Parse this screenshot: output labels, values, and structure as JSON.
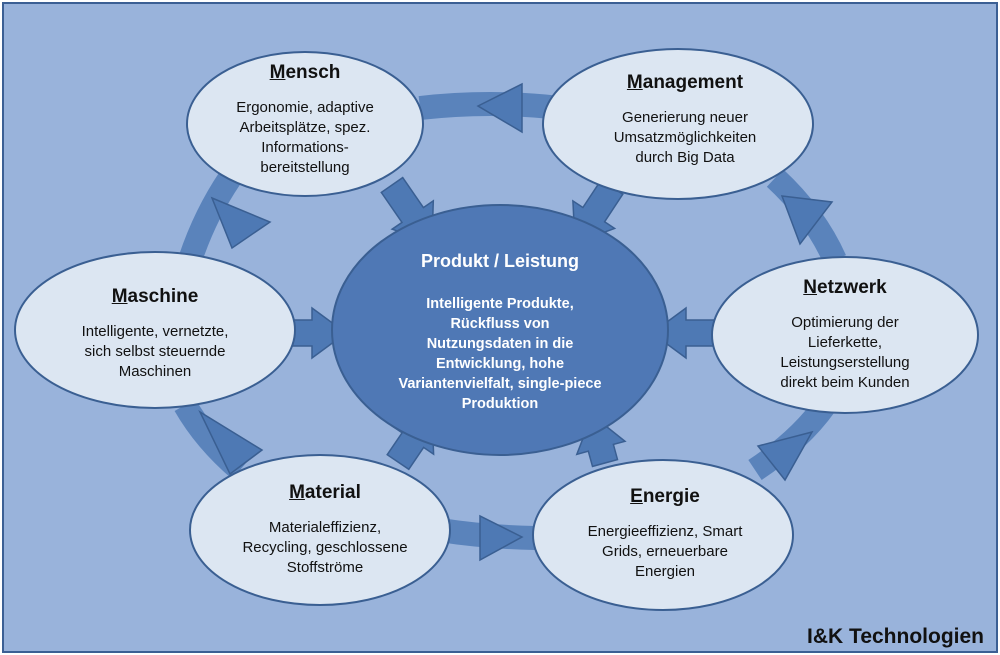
{
  "colors": {
    "background": "#99b3db",
    "frame": "#3b5f94",
    "outer_node_fill": "#dce6f2",
    "node_stroke": "#3a5f92",
    "center_fill": "#4f78b5",
    "arrow_fill": "#4e79b4",
    "ring_fill": "#5a83bb"
  },
  "center": {
    "title": "Produkt / Leistung",
    "description": [
      "Intelligente Produkte,",
      "Rückfluss von",
      "Nutzungsdaten in die",
      "Entwicklung, hohe",
      "Variantenvielfalt, single-piece",
      "Produktion"
    ]
  },
  "nodes": [
    {
      "title_initial": "M",
      "title_rest": "ensch",
      "description": [
        "Ergonomie, adaptive",
        "Arbeitsplätze, spez.",
        "Informations-",
        "bereitstellung"
      ]
    },
    {
      "title_initial": "M",
      "title_rest": "anagement",
      "description": [
        "Generierung neuer",
        "Umsatzmöglichkeiten",
        "durch Big Data"
      ]
    },
    {
      "title_initial": "N",
      "title_rest": "etzwerk",
      "description": [
        "Optimierung der",
        "Lieferkette,",
        "Leistungserstellung",
        "direkt beim Kunden"
      ]
    },
    {
      "title_initial": "E",
      "title_rest": "nergie",
      "description": [
        "Energieeffizienz, Smart",
        "Grids, erneuerbare",
        "Energien"
      ]
    },
    {
      "title_initial": "M",
      "title_rest": "aterial",
      "description": [
        "Materialeffizienz,",
        "Recycling, geschlossene",
        "Stoffströme"
      ]
    },
    {
      "title_initial": "M",
      "title_rest": "aschine",
      "description": [
        "Intelligente, vernetzte,",
        "sich selbst steuernde",
        "Maschinen"
      ]
    }
  ],
  "footer": {
    "label": "I&K Technologien"
  }
}
